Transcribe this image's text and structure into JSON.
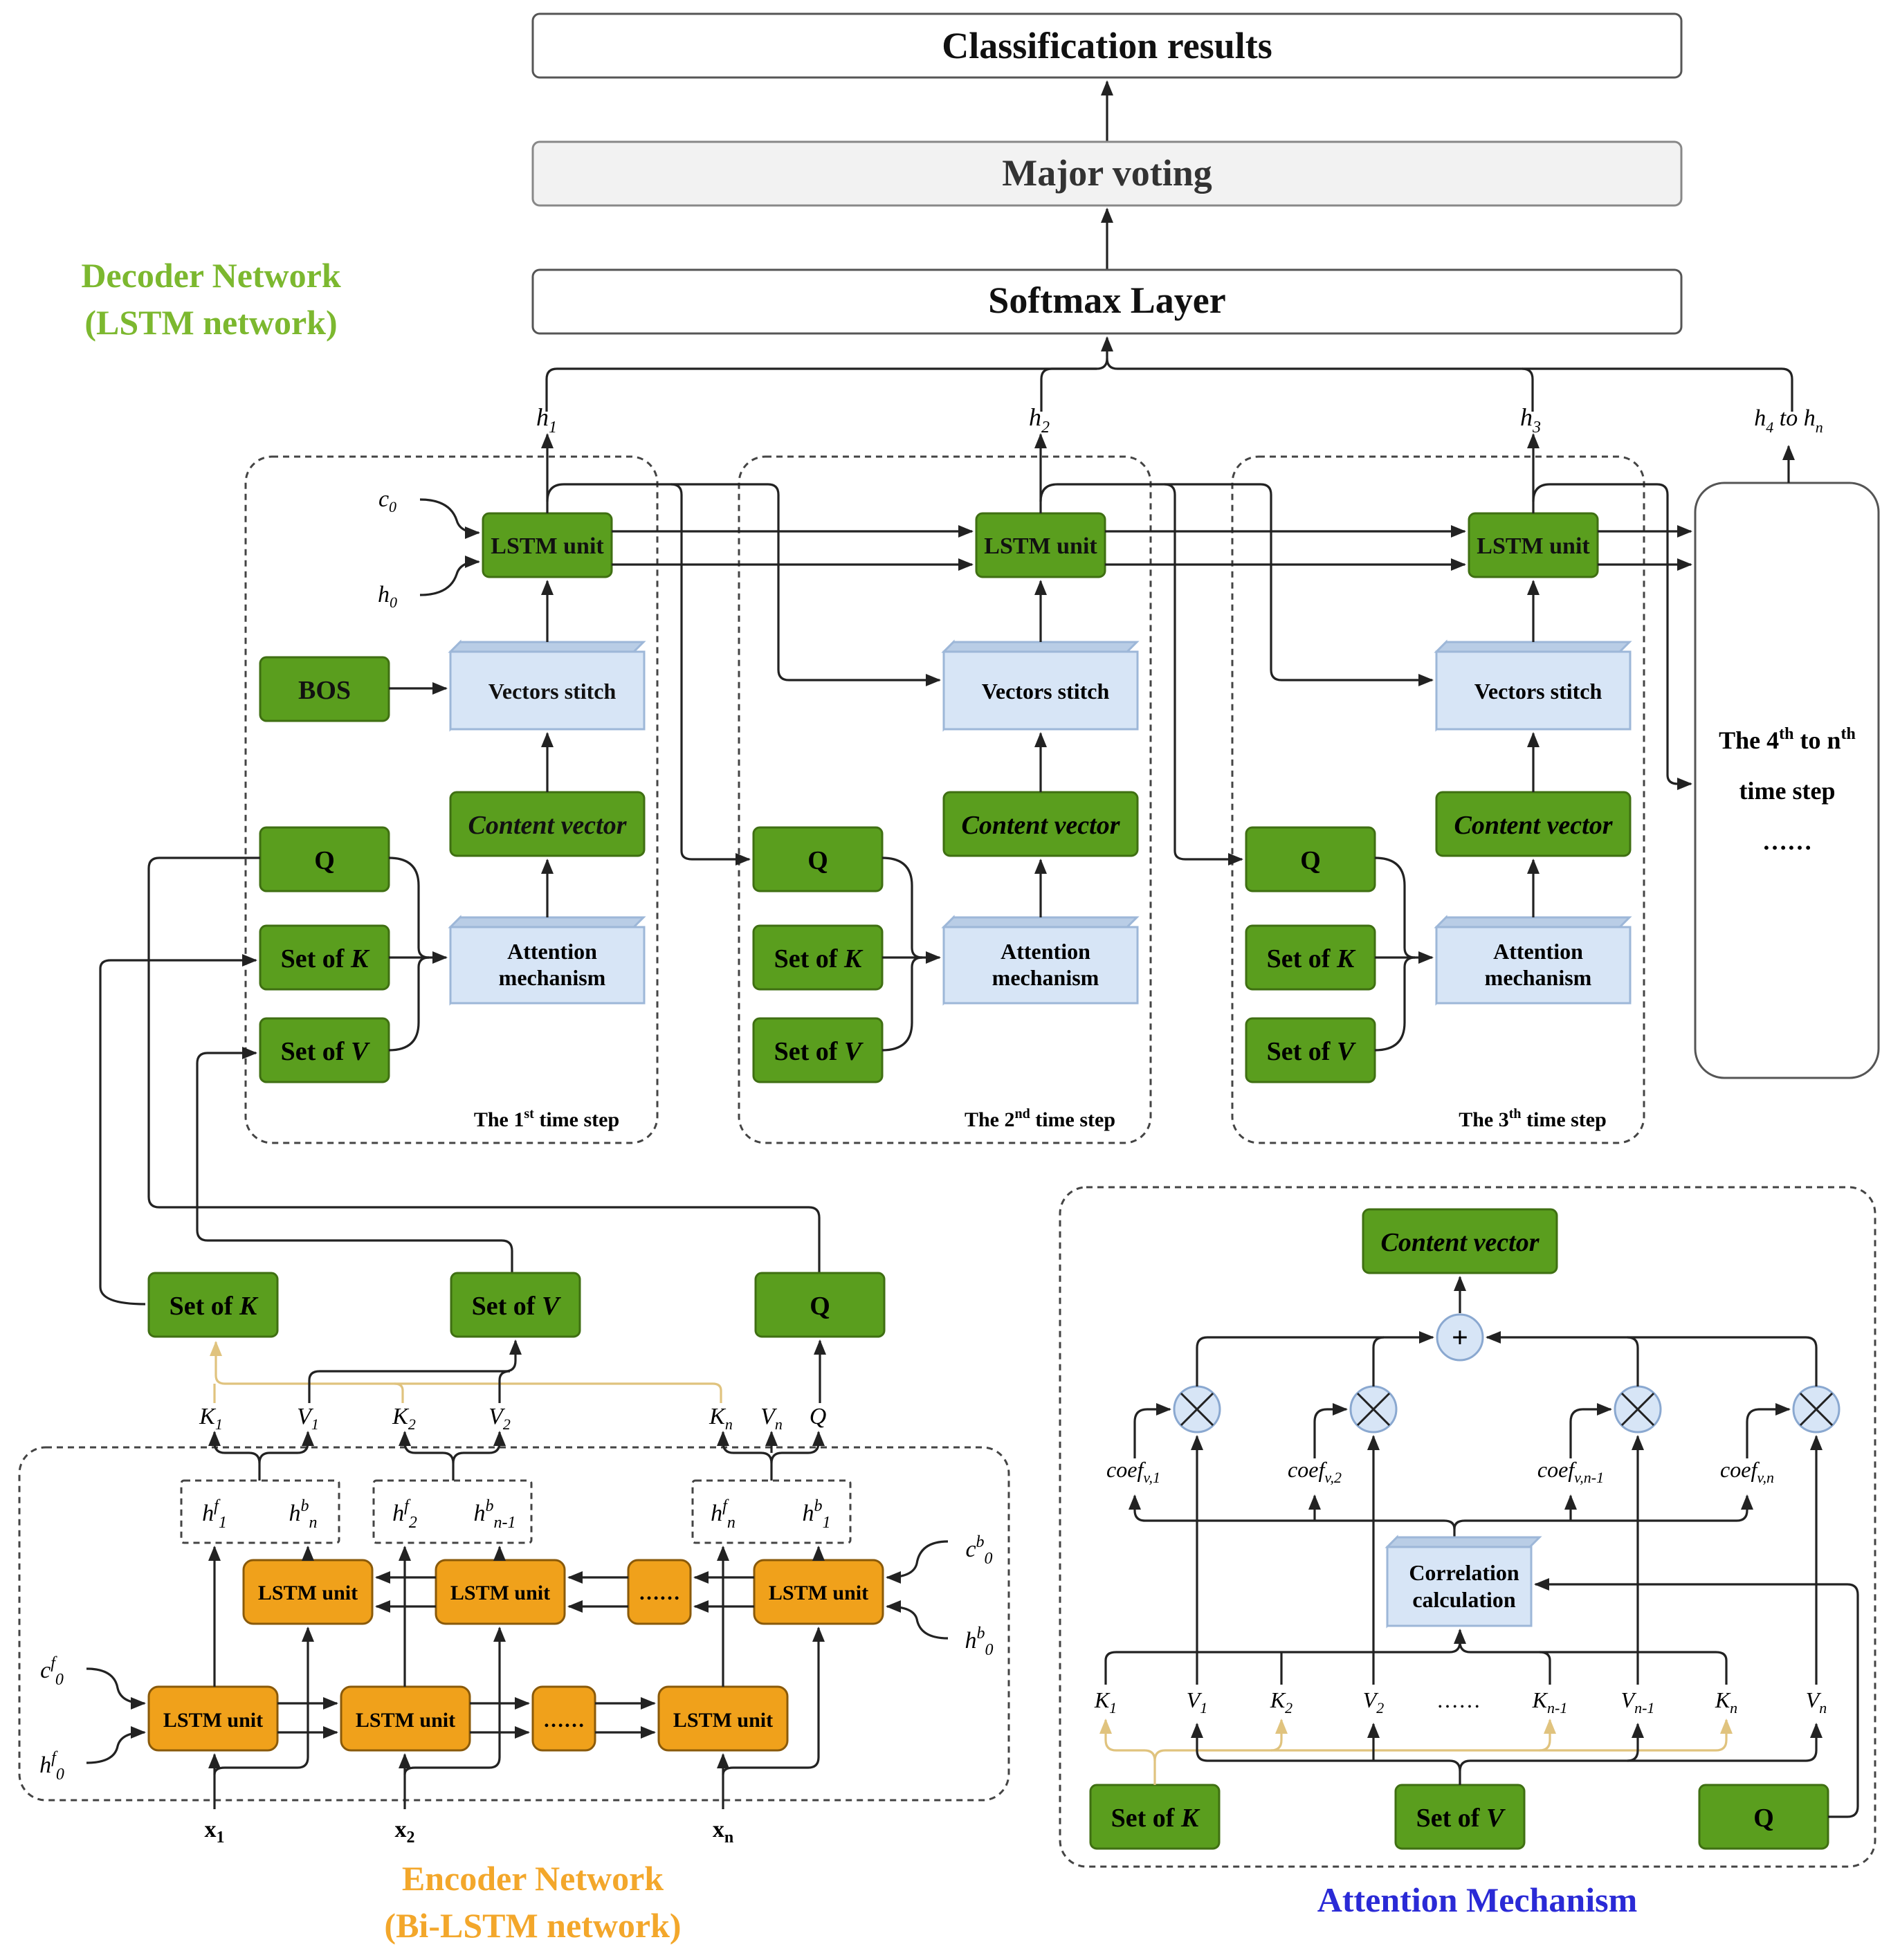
{
  "top": {
    "classification": "Classification results",
    "major_voting": "Major voting",
    "softmax": "Softmax Layer"
  },
  "decoder_title": {
    "line1": "Decoder Network",
    "line2": "(LSTM network)"
  },
  "encoder_title": {
    "line1": "Encoder Network",
    "line2": "(Bi-LSTM network)"
  },
  "attention_title": "Attention Mechanism",
  "outputs": {
    "h1": "h",
    "h1_sub": "1",
    "h2": "h",
    "h2_sub": "2",
    "h3": "h",
    "h3_sub": "3",
    "h4": "h",
    "h4_sub": "4",
    "h4_mid": " to h",
    "h4_sub2": "n"
  },
  "decoder": {
    "lstm_unit": "LSTM unit",
    "vectors_stitch": "Vectors stitch",
    "content_vector": "Content vector",
    "attention": [
      "Attention",
      "mechanism"
    ],
    "q": "Q",
    "set_k": "Set of ",
    "k": "K",
    "set_v": "Set of ",
    "v": "V",
    "bos": "BOS",
    "c0": "c",
    "c0_sub": "0",
    "h0": "h",
    "h0_sub": "0",
    "step1": [
      "The 1",
      "st",
      " time step"
    ],
    "step2": [
      "The 2",
      "nd",
      " time step"
    ],
    "step3": [
      "The 3",
      "th",
      " time step"
    ],
    "step4": [
      "The 4",
      "th",
      " to n",
      "th",
      "time step",
      "……"
    ]
  },
  "encoder": {
    "lstm_unit": "LSTM unit",
    "ellipsis": "……",
    "inputs": [
      "x",
      "1",
      "x",
      "2",
      "x",
      "n"
    ],
    "cf0": [
      "c",
      "f",
      "0"
    ],
    "hf0": [
      "h",
      "f",
      "0"
    ],
    "cb0": [
      "c",
      "b",
      "0"
    ],
    "hb0": [
      "h",
      "b",
      "0"
    ],
    "pair1": [
      "h",
      "f",
      "1",
      "h",
      "b",
      "n"
    ],
    "pair2": [
      "h",
      "f",
      "2",
      "h",
      "b",
      "n-1"
    ],
    "pair3": [
      "h",
      "f",
      "n",
      "h",
      "b",
      "1"
    ],
    "kv": [
      "K",
      "1",
      "V",
      "1",
      "K",
      "2",
      "V",
      "2",
      "K",
      "n",
      "V",
      "n",
      "Q"
    ],
    "set_k": "Set of ",
    "k": "K",
    "set_v": "Set of ",
    "v": "V",
    "q": "Q"
  },
  "attention": {
    "content_vector": "Content vector",
    "plus": "+",
    "coef": [
      "coef",
      "v,1",
      "coef",
      "v,2",
      "coef",
      "v,n-1",
      "coef",
      "v,n"
    ],
    "correlation": [
      "Correlation",
      "calculation"
    ],
    "kv": [
      "K",
      "1",
      "V",
      "1",
      "K",
      "2",
      "V",
      "2",
      "……",
      "K",
      "n-1",
      "V",
      "n-1",
      "K",
      "n",
      "V",
      "n"
    ],
    "set_k": "Set of ",
    "k": "K",
    "set_v": "Set of ",
    "v": "V",
    "q": "Q"
  },
  "colors": {
    "green_box": "#5a9e1e",
    "orange_box": "#f0a11b",
    "blue_box": "#d7e5f6",
    "decoder_title": "#7cb82f",
    "encoder_title": "#f3a72b",
    "attention_title": "#2a2ad6",
    "kq_arrow": "#e0c37e"
  }
}
